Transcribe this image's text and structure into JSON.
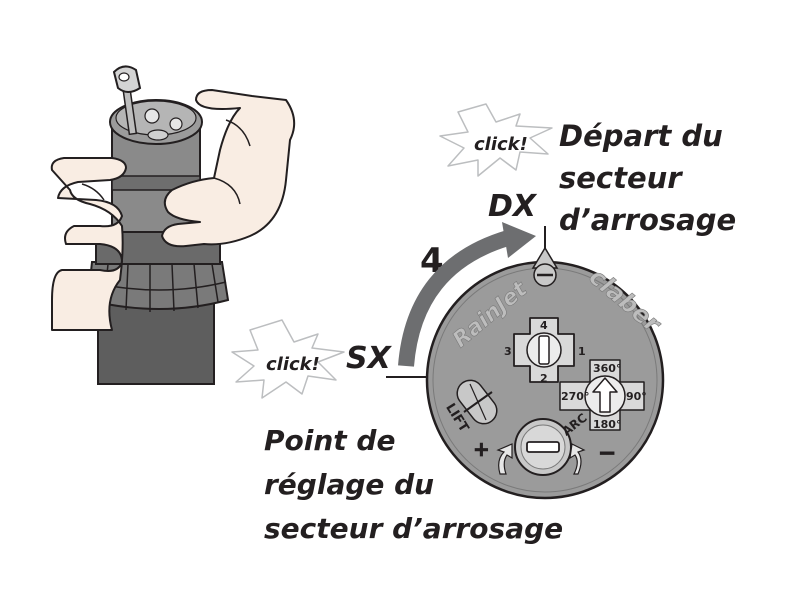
{
  "labels": {
    "click_top": "click!",
    "click_left": "click!",
    "dx": "DX",
    "sx": "SX",
    "step": "4",
    "start_line1": "Départ du",
    "start_line2": "secteur",
    "start_line3": "d’arrosage",
    "point_line1": "Point de",
    "point_line2": "réglage du",
    "point_line3": "secteur d’arrosage"
  },
  "head": {
    "brand_left": "RainJet",
    "brand_right": "claber",
    "lift": "LIFT",
    "arc": "ARC",
    "plus": "+",
    "minus": "−",
    "nozzle": {
      "top": "4",
      "left": "3",
      "right": "1",
      "bottom": "2"
    },
    "arc_dial": {
      "top": "360°",
      "left": "270°",
      "right": "90°",
      "bottom": "180°"
    }
  },
  "colors": {
    "outline": "#231f20",
    "head_fill": "#9b9b9b",
    "head_dark": "#7a7a7a",
    "arrow": "#6d6e70",
    "skin": "#f9ede3",
    "body_dark": "#5e5e5e"
  }
}
